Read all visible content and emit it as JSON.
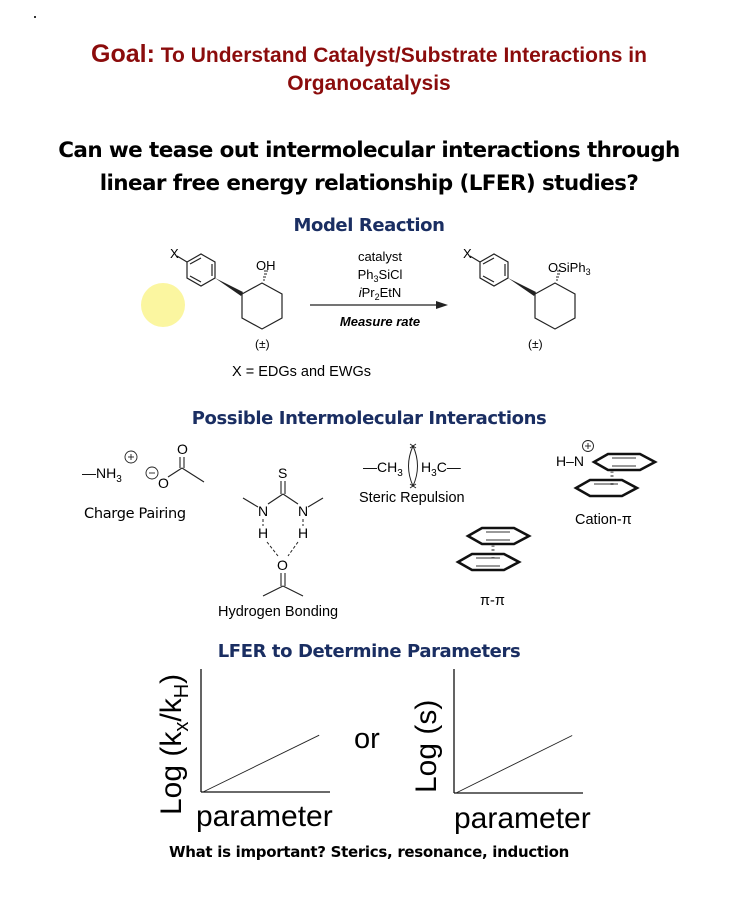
{
  "goal": {
    "prefix": "Goal:",
    "line1": "To Understand Catalyst/Substrate Interactions in",
    "line2": "Organocatalysis"
  },
  "question": {
    "line1": "Can we tease out intermolecular interactions through",
    "line2": "linear free energy relationship (LFER) studies?"
  },
  "model_reaction": {
    "heading": "Model Reaction",
    "substituent": "X",
    "reactant_group": "OH",
    "racemic": "(±)",
    "conditions": [
      "catalyst",
      "Ph3SiCl",
      "iPr2EtN"
    ],
    "arrow_label": "Measure rate",
    "product_group": "OSiPh3",
    "note": "X = EDGs and EWGs",
    "highlight_color": "#fbf6a0"
  },
  "interactions": {
    "heading": "Possible Intermolecular Interactions",
    "items": [
      {
        "label": "Charge Pairing"
      },
      {
        "label": "Hydrogen Bonding"
      },
      {
        "label": "Steric Repulsion"
      },
      {
        "label": "Cation-π"
      },
      {
        "label": "π-π"
      }
    ],
    "atoms": {
      "nh3": "—NH",
      "nh3_sub": "3",
      "o": "O",
      "s": "S",
      "n": "N",
      "h": "H",
      "ch3": "—CH",
      "ch3_sub": "3",
      "h3c_pre": "H",
      "h3c_sub": "3",
      "h3c_post": "C—",
      "hn": "H–N"
    }
  },
  "lfer": {
    "heading": "LFER to Determine Parameters",
    "connector": "or",
    "footer": "What is important? Sterics, resonance, induction"
  },
  "chart_data": [
    {
      "type": "line",
      "title": "",
      "xlabel": "parameter",
      "ylabel": "Log (kx/kH)",
      "series": [
        {
          "name": "trend",
          "x": [
            0,
            1
          ],
          "y": [
            0,
            1
          ]
        }
      ],
      "xlim": [
        0,
        1.1
      ],
      "ylim": [
        0,
        1.45
      ],
      "grid": false
    },
    {
      "type": "line",
      "title": "",
      "xlabel": "parameter",
      "ylabel": "Log (s)",
      "series": [
        {
          "name": "trend",
          "x": [
            0,
            1
          ],
          "y": [
            0,
            1
          ]
        }
      ],
      "xlim": [
        0,
        1.1
      ],
      "ylim": [
        0,
        1.45
      ],
      "grid": false
    }
  ]
}
